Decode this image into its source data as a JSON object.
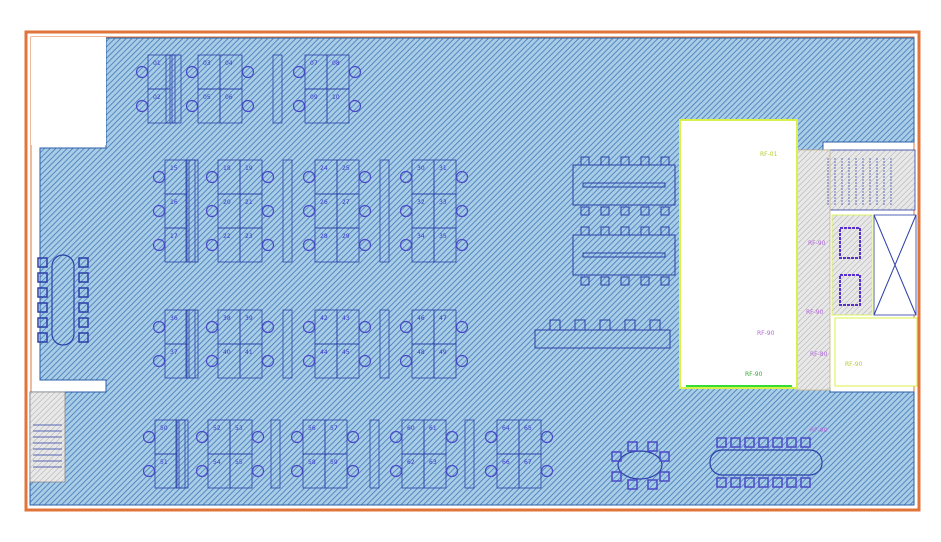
{
  "colors": {
    "wall": "#e0743a",
    "hatch": "#3f78b8",
    "hatch_bg": "#a9cde6",
    "desk": "#2b3fa8",
    "core": "#d8f04a",
    "label_purple": "#b06ad8",
    "green": "#33dd33"
  },
  "desks": {
    "clusters": [
      {
        "numbers": [
          "01",
          "02"
        ]
      },
      {
        "numbers": [
          "03",
          "04",
          "05",
          "06"
        ]
      },
      {
        "numbers": [
          "07",
          "08",
          "09",
          "10"
        ]
      },
      {
        "numbers": [
          "15",
          "16",
          "17"
        ]
      },
      {
        "numbers": [
          "18",
          "19",
          "20",
          "21",
          "22",
          "23"
        ]
      },
      {
        "numbers": [
          "24",
          "25",
          "26",
          "27",
          "28",
          "29"
        ]
      },
      {
        "numbers": [
          "30",
          "31",
          "32",
          "33",
          "34",
          "35"
        ]
      },
      {
        "numbers": [
          "36",
          "37"
        ]
      },
      {
        "numbers": [
          "38",
          "39",
          "40",
          "41"
        ]
      },
      {
        "numbers": [
          "42",
          "43",
          "44",
          "45"
        ]
      },
      {
        "numbers": [
          "46",
          "47",
          "48",
          "49"
        ]
      },
      {
        "numbers": [
          "50",
          "51"
        ]
      },
      {
        "numbers": [
          "52",
          "53",
          "54",
          "55"
        ]
      },
      {
        "numbers": [
          "56",
          "57",
          "58",
          "59"
        ]
      },
      {
        "numbers": [
          "60",
          "61",
          "62",
          "63"
        ]
      },
      {
        "numbers": [
          "64",
          "65",
          "66",
          "67"
        ]
      }
    ]
  },
  "labels": {
    "core_top": "RF-01",
    "core_side": "RF-90",
    "core_bottom": "RF-90",
    "shaft_1": "RF-90",
    "shaft_2": "RF-90",
    "shaft_3": "RF-80",
    "lobby": "RF-90",
    "corridor": "RF-90"
  }
}
